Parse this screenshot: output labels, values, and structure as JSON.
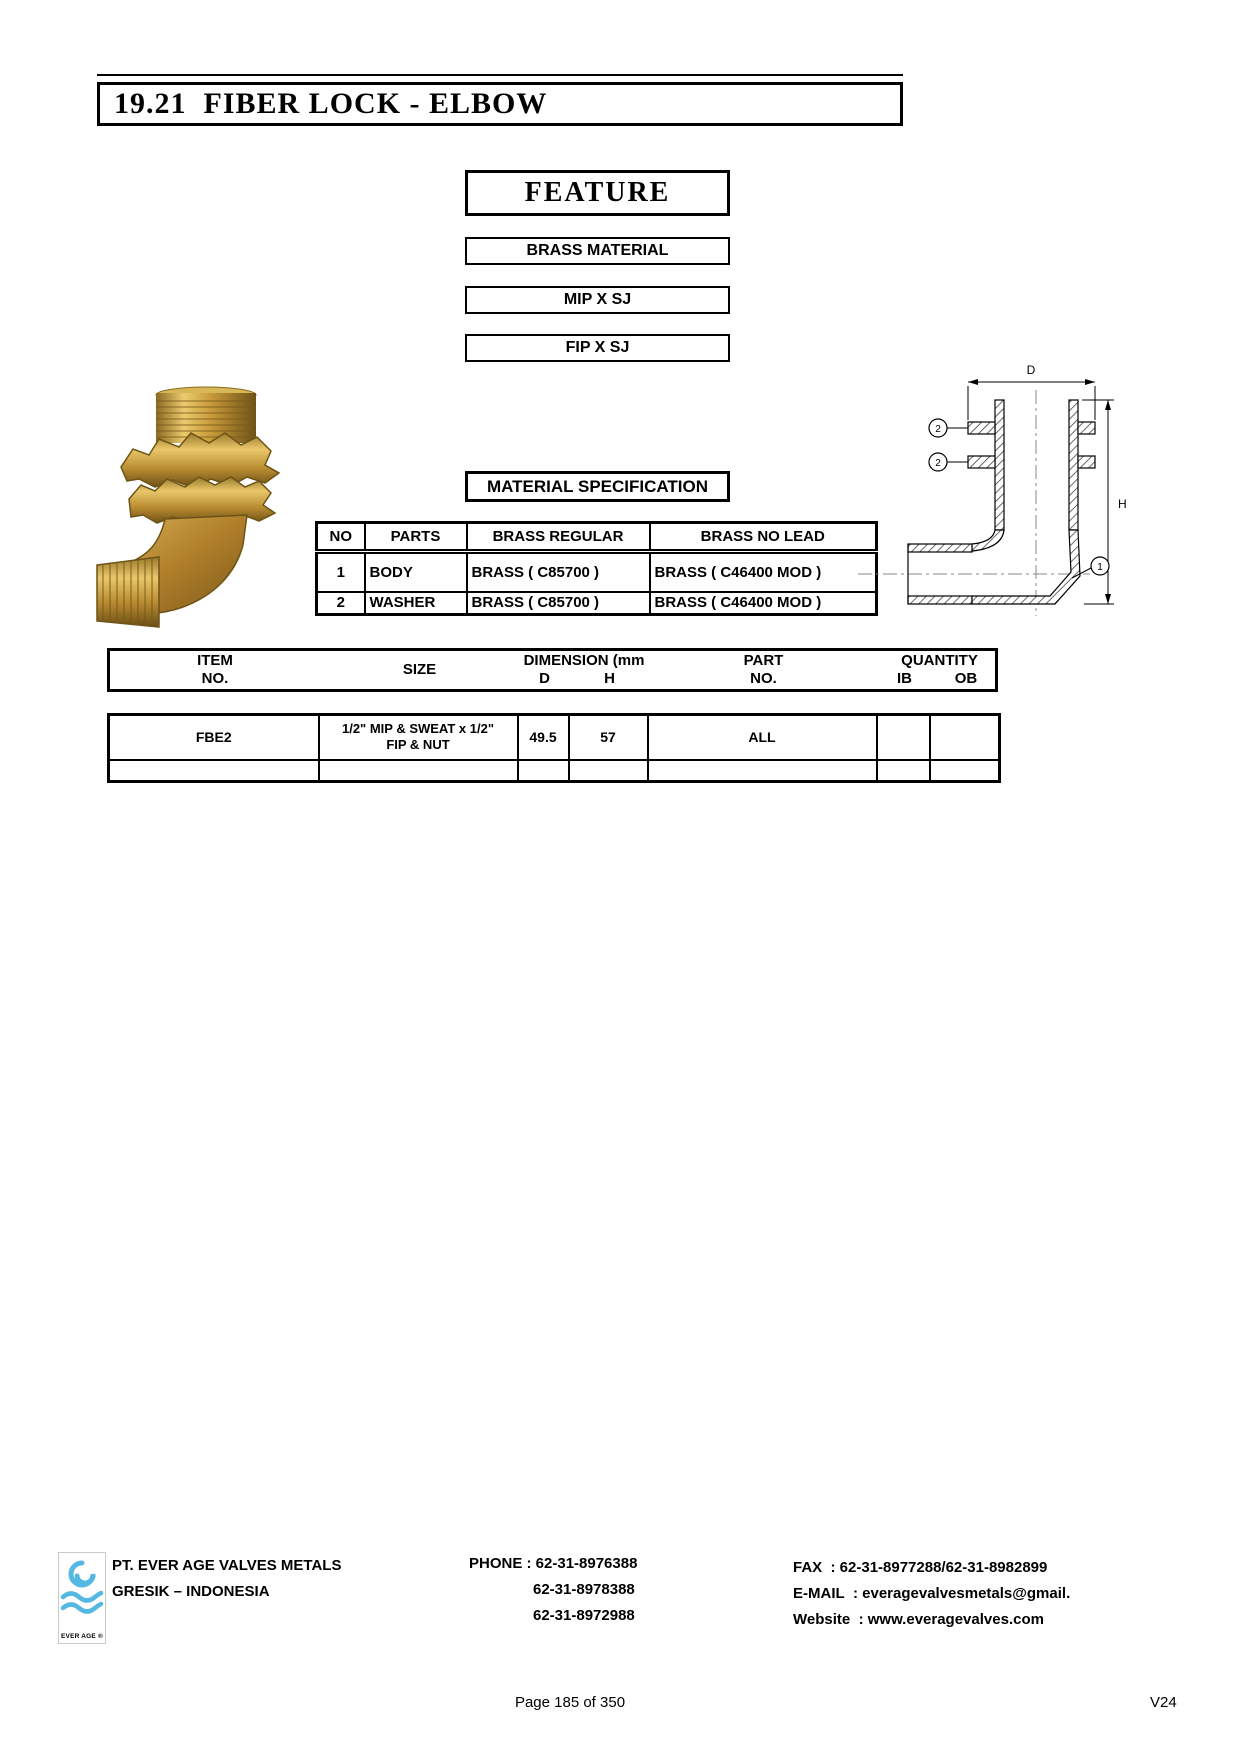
{
  "header": {
    "title": "19.21  FIBER LOCK - ELBOW"
  },
  "feature": {
    "heading": "FEATURE",
    "items": [
      "BRASS MATERIAL",
      "MIP X SJ",
      "FIP X SJ"
    ]
  },
  "material_spec": {
    "heading": "MATERIAL SPECIFICATION",
    "columns": [
      "NO",
      "PARTS",
      "BRASS REGULAR",
      "BRASS NO LEAD"
    ],
    "rows": [
      [
        "1",
        "BODY",
        "BRASS ( C85700 )",
        "BRASS ( C46400 MOD )"
      ],
      [
        "2",
        "WASHER",
        "BRASS ( C85700 )",
        "BRASS ( C46400 MOD )"
      ]
    ]
  },
  "drawing": {
    "dim_width_label": "D",
    "dim_height_label": "H",
    "callout_washer": "2",
    "callout_body": "1"
  },
  "item_table": {
    "header": {
      "item_line1": "ITEM",
      "item_line2": "NO.",
      "size": "SIZE",
      "dimension": "DIMENSION (mm",
      "dim_d": "D",
      "dim_h": "H",
      "part_line1": "PART",
      "part_line2": "NO.",
      "quantity": "QUANTITY",
      "ib": "IB",
      "ob": "OB"
    },
    "rows": [
      {
        "item_no": "FBE2",
        "size_line1": "1/2\" MIP & SWEAT x 1/2\"",
        "size_line2": "FIP & NUT",
        "dim_d": "49.5",
        "dim_h": "57",
        "part_no": "ALL",
        "qty_ib": "",
        "qty_ob": ""
      },
      {
        "item_no": "",
        "size_line1": "",
        "size_line2": "",
        "dim_d": "",
        "dim_h": "",
        "part_no": "",
        "qty_ib": "",
        "qty_ob": ""
      }
    ]
  },
  "footer": {
    "logo_caption": "EVER AGE ®",
    "company_line1": "PT. EVER AGE VALVES METALS",
    "company_line2": "GRESIK – INDONESIA",
    "phone_line1": "PHONE : 62-31-8976388",
    "phone_line2": "62-31-8978388",
    "phone_line3": "62-31-8972988",
    "fax_line": "FAX  : 62-31-8977288/62-31-8982899",
    "email_line": "E-MAIL  : everagevalvesmetals@gmail.",
    "website_line": "Website  : www.everagevalves.com"
  },
  "page_footer": {
    "page_label": "Page 185 of 350",
    "version": "V24"
  },
  "colors": {
    "logo_blue": "#54b8e3",
    "brass": "#c49a3c",
    "line": "#000000"
  }
}
